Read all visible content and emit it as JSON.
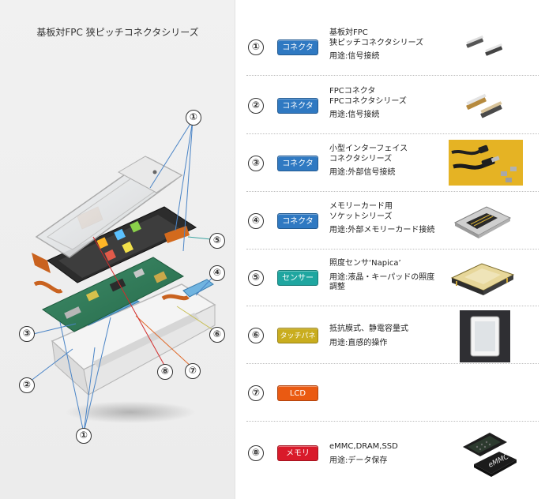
{
  "title": "基板対FPC 狭ピッチコネクタシリーズ",
  "colors": {
    "connector": "#2f79c2",
    "sensor": "#1fa6a0",
    "touch_panel": "#c9ad1e",
    "lcd": "#ea5a12",
    "memory": "#d91a2a"
  },
  "callouts": [
    "①",
    "②",
    "③",
    "④",
    "⑤",
    "⑥",
    "⑦",
    "⑧",
    "①"
  ],
  "rows": [
    {
      "num": "①",
      "badge": "コネクタ",
      "color": "#2f79c2",
      "lines": [
        "基板対FPC",
        "狭ピッチコネクタシリーズ"
      ],
      "usage": "用途:信号接続",
      "image": "fpc-connector"
    },
    {
      "num": "②",
      "badge": "コネクタ",
      "color": "#2f79c2",
      "lines": [
        "FPCコネクタ",
        "FPCコネクタシリーズ"
      ],
      "usage": "用途:信号接続",
      "image": "fpc-connector-2"
    },
    {
      "num": "③",
      "badge": "コネクタ",
      "color": "#2f79c2",
      "lines": [
        "小型インターフェイス",
        "コネクタシリーズ"
      ],
      "usage": "用途:外部信号接続",
      "image": "usb-cable"
    },
    {
      "num": "④",
      "badge": "コネクタ",
      "color": "#2f79c2",
      "lines": [
        "メモリーカード用",
        "ソケットシリーズ"
      ],
      "usage": "用途:外部メモリーカード接続",
      "image": "card-socket"
    },
    {
      "num": "⑤",
      "badge": "センサー",
      "color": "#1fa6a0",
      "lines": [
        "照度センサ‘Napica’"
      ],
      "usage": "用途:液晶・キーパッドの照度調整",
      "image": "light-sensor"
    },
    {
      "num": "⑥",
      "badge": "タッチパネル",
      "color": "#c9ad1e",
      "lines": [
        "抵抗膜式、静電容量式"
      ],
      "usage": "用途:直感的操作",
      "image": "touch-panel"
    },
    {
      "num": "⑦",
      "badge": "LCD",
      "color": "#ea5a12",
      "lines": [],
      "usage": "",
      "image": ""
    },
    {
      "num": "⑧",
      "badge": "メモリ",
      "color": "#d91a2a",
      "lines": [
        "eMMC,DRAM,SSD"
      ],
      "usage": "用途:データ保存",
      "image": "emmc-chip",
      "chip_label": "eMMC"
    }
  ]
}
